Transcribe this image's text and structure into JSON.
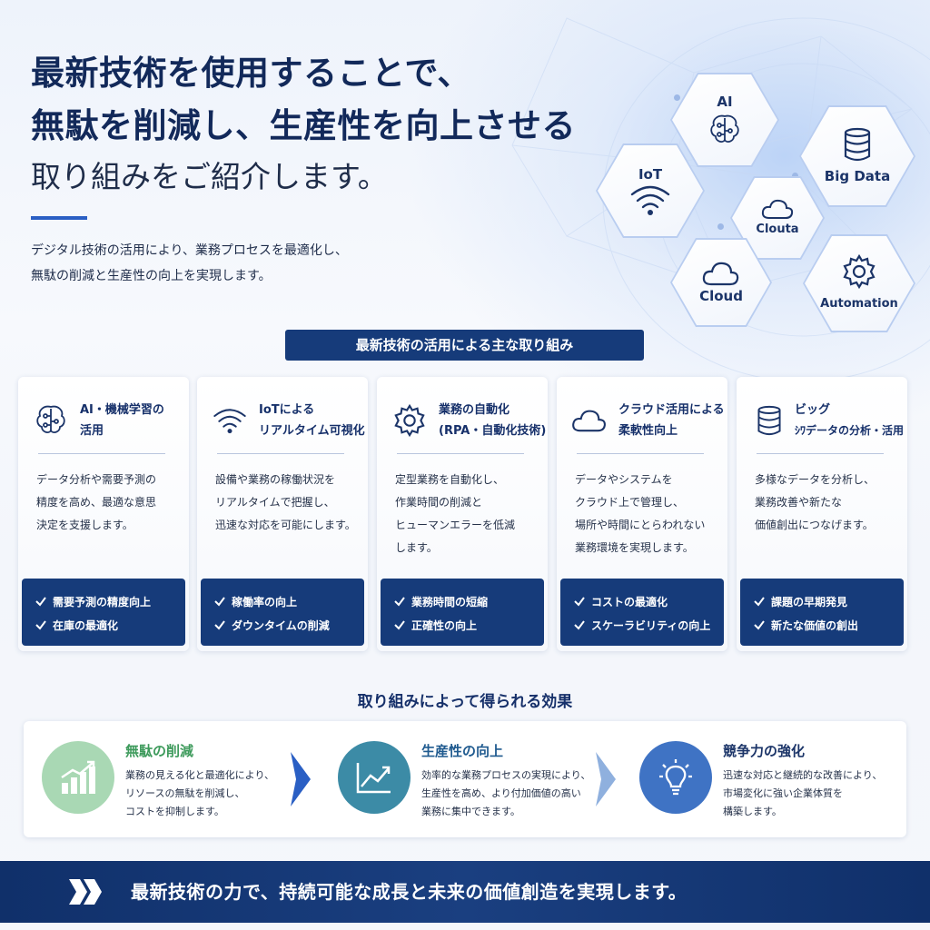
{
  "hero": {
    "title_line1": "最新技術を使用することで、",
    "title_line2": "無駄を削減し、生産性を向上させる",
    "subtitle": "取り組みをご紹介します。",
    "desc_line1": "デジタル技術の活用により、業務プロセスを最適化し、",
    "desc_line2": "無駄の削減と生産性の向上を実現します。"
  },
  "hexagons": [
    {
      "label": "AI",
      "icon": "brain-chip-icon"
    },
    {
      "label": "IoT",
      "icon": "wifi-icon"
    },
    {
      "label": "Big Data",
      "icon": "database-icon"
    },
    {
      "label": "Clouta",
      "icon": "cloud-icon"
    },
    {
      "label": "Cloud",
      "icon": "cloud-icon"
    },
    {
      "label": "Automation",
      "icon": "gear-icon"
    }
  ],
  "section_ribbon": "最新技術の活用による主な取り組み",
  "cards": [
    {
      "icon": "brain-icon",
      "title_line1": "AI・機械学習の",
      "title_line2": "活用",
      "body": [
        "データ分析や需要予測の",
        "精度を高め、最適な意思",
        "決定を支援します。"
      ],
      "checks": [
        "需要予測の精度向上",
        "在庫の最適化"
      ]
    },
    {
      "icon": "wifi-icon",
      "title_line1": "IoTによる",
      "title_line2": "リアルタイム可視化",
      "body": [
        "設備や業務の稼働状況を",
        "リアルタイムで把握し、",
        "迅速な対応を可能にします。"
      ],
      "checks": [
        "稼働率の向上",
        "ダウンタイムの削減"
      ]
    },
    {
      "icon": "gear-icon",
      "title_line1": "業務の自動化",
      "title_line2": "(RPA・自動化技術)",
      "body": [
        "定型業務を自動化し、",
        "作業時間の削減と",
        "ヒューマンエラーを低減",
        "します。"
      ],
      "checks": [
        "業務時間の短縮",
        "正確性の向上"
      ]
    },
    {
      "icon": "cloud-icon",
      "title_line1": "クラウド活用による",
      "title_line2": "柔軟性向上",
      "body": [
        "データやシステムを",
        "クラウド上で管理し、",
        "場所や時間にとらわれない",
        "業務環境を実現します。"
      ],
      "checks": [
        "コストの最適化",
        "スケーラビリティの向上"
      ]
    },
    {
      "icon": "database-icon",
      "title_line1": "ビッグ",
      "title_line2": "ｼﾜデータの分析・活用",
      "body": [
        "多様なデータを分析し、",
        "業務改善や新たな",
        "価値創出につなげます。"
      ],
      "checks": [
        "課題の早期発見",
        "新たな価値の創出"
      ]
    }
  ],
  "effects_title": "取り組みによって得られる効果",
  "effects": [
    {
      "icon": "bar-chart-up-icon",
      "color": "#3d9a5b",
      "circle": "#a9d8b4",
      "title": "無駄の削減",
      "body": [
        "業務の見える化と最適化により、",
        "リソースの無駄を削減し、",
        "コストを抑制します。"
      ]
    },
    {
      "icon": "trend-line-icon",
      "color": "#1f5a8f",
      "circle": "#3c8ba6",
      "title": "生産性の向上",
      "body": [
        "効率的な業務プロセスの実現により、",
        "生産性を高め、より付加価値の高い",
        "業務に集中できます。"
      ]
    },
    {
      "icon": "lightbulb-icon",
      "color": "#1b3468",
      "circle": "#3f73c4",
      "title": "競争力の強化",
      "body": [
        "迅速な対応と継続的な改善により、",
        "市場変化に強い企業体質を",
        "構築します。"
      ]
    }
  ],
  "footer_text": "最新技術の力で、持続可能な成長と未来の価値創造を実現します。",
  "colors": {
    "navy": "#163b7a",
    "accent": "#2a5fc4"
  }
}
